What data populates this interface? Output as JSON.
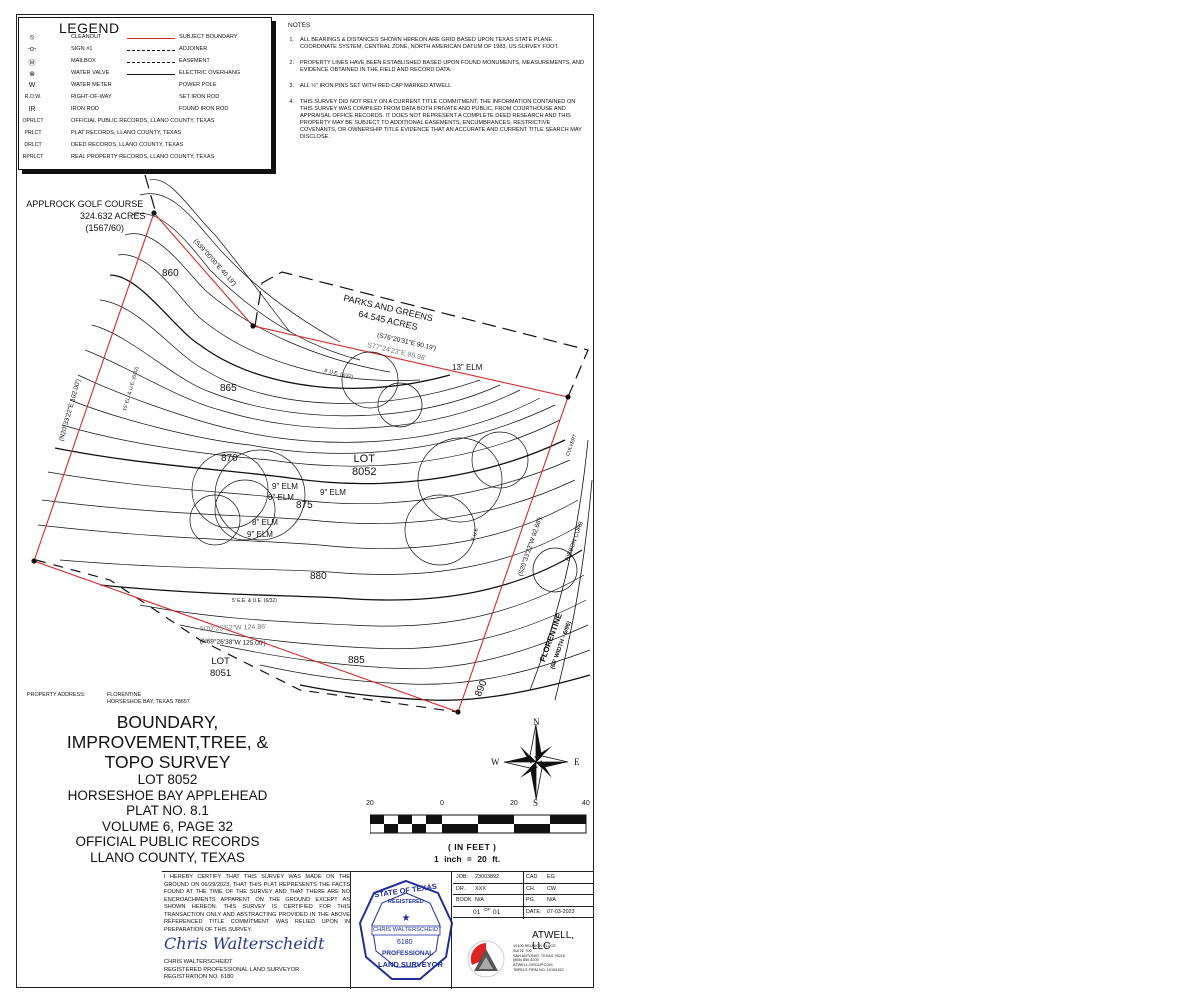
{
  "legend": {
    "title": "LEGEND",
    "rows": [
      {
        "sym": "⦸",
        "label": "CLEANOUT",
        "line_label": "SUBJECT BOUNDARY"
      },
      {
        "sym": "-o-",
        "label": "SIGN #1",
        "line_label": "ADJOINER"
      },
      {
        "sym": "Ⓜ",
        "label": "MAILBOX",
        "line_label": "EASEMENT"
      },
      {
        "sym": "⊗",
        "label": "WATER VALVE",
        "line_label": "ELECTRIC OVERHANG"
      },
      {
        "sym": "W",
        "label": "WATER METER",
        "line_label": "POWER POLE"
      },
      {
        "sym": "R.O.W.",
        "label": "RIGHT-OF-WAY",
        "line_label": "SET IRON ROD"
      },
      {
        "sym": "IR",
        "label": "IRON ROD",
        "line_label": "FOUND IRON ROD"
      },
      {
        "sym": "OPRLCT",
        "label": "OFFICIAL PUBLIC RECORDS, LLANO COUNTY, TEXAS",
        "line_label": ""
      },
      {
        "sym": "PRLCT",
        "label": "PLAT RECORDS, LLANO COUNTY, TEXAS",
        "line_label": ""
      },
      {
        "sym": "DRLCT",
        "label": "DEED RECORDS, LLANO COUNTY, TEXAS",
        "line_label": ""
      },
      {
        "sym": "RPRLCT",
        "label": "REAL PROPERTY RECORDS, LLANO COUNTY, TEXAS",
        "line_label": ""
      }
    ]
  },
  "notes": {
    "title": "NOTES",
    "items": [
      {
        "num": "1.",
        "text": "ALL BEARINGS & DISTANCES SHOWN HEREON ARE GRID BASED UPON TEXAS STATE PLANE COORDINATE SYSTEM, CENTRAL ZONE, NORTH AMERICAN DATUM OF 1983, US SURVEY FOOT."
      },
      {
        "num": "2.",
        "text": "PROPERTY LINES HAVE BEEN ESTABLISHED BASED UPON FOUND MONUMENTS, MEASUREMENTS, AND EVIDENCE OBTAINED IN THE FIELD AND RECORD DATA."
      },
      {
        "num": "3.",
        "text": "ALL ½\" IRON PINS SET WITH RED CAP MARKED ATWELL"
      },
      {
        "num": "4.",
        "text": "THIS SURVEY DID NOT RELY ON A CURRENT TITLE COMMITMENT, THE INFORMATION CONTAINED ON THIS SURVEY WAS COMPILED FROM DATA BOTH PRIVATE AND PUBLIC, FROM COURTHOUSE AND APPRAISAL OFFICE RECORDS. IT DOES NOT REPRESENT A COMPLETE DEED RESEARCH AND THIS PROPERTY MAY BE SUBJECT TO ADDITIONAL EASEMENTS, ENCUMBRANCES, RESTRICTIVE COVENANTS, OR OWNERSHIP TITLE EVIDENCE THAT AN ACCURATE AND CURRENT TITLE SEARCH MAY DISCLOSE."
      }
    ]
  },
  "map": {
    "applrock": [
      "APPLROCK GOLF COURSE",
      "324.632 ACRES",
      "(1567/60)"
    ],
    "parks": [
      "PARKS AND GREENS",
      "64.545 ACRES"
    ],
    "lot_main": [
      "LOT",
      "8052"
    ],
    "lot_adj": [
      "LOT",
      "8051"
    ],
    "contours": [
      "860",
      "865",
      "870",
      "875",
      "880",
      "885",
      "890"
    ],
    "trees": [
      "13\" ELM",
      "9\" ELM",
      "8\" ELM",
      "9\" ELM",
      "8\" ELM",
      "9\" ELM"
    ],
    "bearings": {
      "top_left": "(S39°00'00\"E 40.19')",
      "top_mid": "(S76°20'31\"E 90.19')",
      "top_mid2": "S77°24'23\"E 89.98'",
      "left": "(N20°33'22\"E 102.00')",
      "right": "(S20°33'22\"W 92.68')",
      "bottom": "(N69°26'38\"W 125.00')",
      "bottom2": "N70°25'52\"W 124.86'"
    },
    "easements": [
      "5' U.E. (6/32)",
      "15' EL. & U.E. (6/32)",
      "5' U.E.",
      "5' E.E. & U.E. (6/32)"
    ],
    "street": "FLORENTINE",
    "street_sub": "(60' WIDTH - 6/96)",
    "ribbon": "RIBBON CURB",
    "culvert": "CULVERT"
  },
  "property": {
    "label": "PROPERTY ADDRESS:",
    "line1": "FLORENTINE",
    "line2": "HORSESHOE BAY, TEXAS 78657"
  },
  "title_block": {
    "l1": "BOUNDARY,",
    "l2": "IMPROVEMENT,TREE, &",
    "l3": "TOPO SURVEY",
    "l4": "LOT 8052",
    "l5": "HORSESHOE BAY APPLEHEAD",
    "l6": "PLAT NO. 8.1",
    "l7": "VOLUME 6, PAGE 32",
    "l8": "OFFICIAL PUBLIC RECORDS",
    "l9": "LLANO COUNTY, TEXAS"
  },
  "compass": {
    "n": "N",
    "s": "S",
    "e": "E",
    "w": "W"
  },
  "scale": {
    "ticks": [
      "20",
      "0",
      "20",
      "40"
    ],
    "units": "( IN FEET )",
    "ratio": "1 inch = 20 ft."
  },
  "certification": {
    "text": "I HEREBY CERTIFY THAT THIS SURVEY WAS MADE ON THE GROUND ON 06/29/2023, THAT THIS PLAT REPRESENTS THE FACTS FOUND AT THE TIME OF THE SURVEY AND THAT THERE ARE NO ENCROACHMENTS APPARENT ON THE GROUND EXCEPT AS SHOWN HEREON. THIS SURVEY IS CERTIFIED FOR THIS TRANSACTION ONLY AND ABSTRACTING PROVIDED IN THE ABOVE REFERENCED TITLE COMMITMENT WAS RELIED UPON IN PREPARATION OF THIS SURVEY.",
    "signature": "Chris Walterscheidt",
    "name": "CHRIS WALTERSCHEIDT",
    "role": "REGISTERED PROFESSIONAL LAND SURVEYOR",
    "reg": "REGISTRATION NO. 6180"
  },
  "seal": {
    "top": "STATE OF TEXAS",
    "registered": "REGISTERED",
    "name": "CHRIS WALTERSCHEIDT",
    "num": "6180",
    "bottom1": "PROFESSIONAL",
    "bottom2": "LAND SURVEYOR"
  },
  "jobinfo": {
    "job_l": "JOB:",
    "job_v": "23003892",
    "cad_l": "CAD",
    "cad_v": "EG",
    "dr_l": "DR.",
    "dr_v": "XXX",
    "ch_l": "CH.",
    "ch_v": "CW",
    "book_l": "BOOK",
    "book_v": "N/A",
    "pg_l": "PG.",
    "pg_v": "N/A",
    "sheet_a": "01",
    "sheet_of": "OF",
    "sheet_b": "01",
    "date_l": "DATE:",
    "date_v": "07-03-2023"
  },
  "atwell": {
    "name": "ATWELL, LLC",
    "addr": [
      "10100 REUNION PLACE",
      "SUITE 700",
      "SAN ANTONIO, TEXAS 78216",
      "(866) 850 4200",
      "ATWELL-GROUP.COM",
      "TBPELS FIRM NO. 10194152"
    ]
  }
}
